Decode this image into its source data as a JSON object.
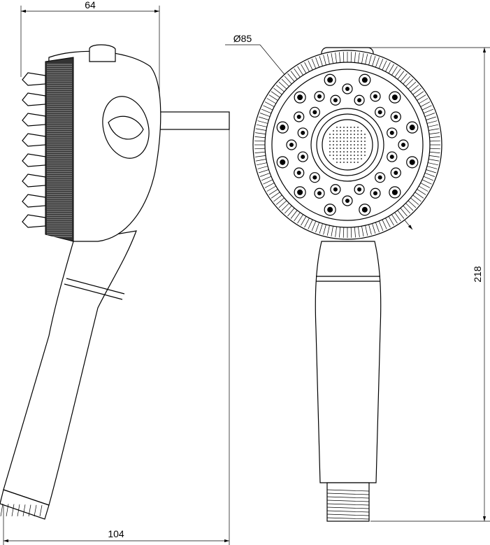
{
  "dimensions": {
    "depth": "64",
    "diameter": "Ø85",
    "height": "218",
    "width": "104"
  },
  "colors": {
    "line": "#000000",
    "background": "#ffffff"
  }
}
